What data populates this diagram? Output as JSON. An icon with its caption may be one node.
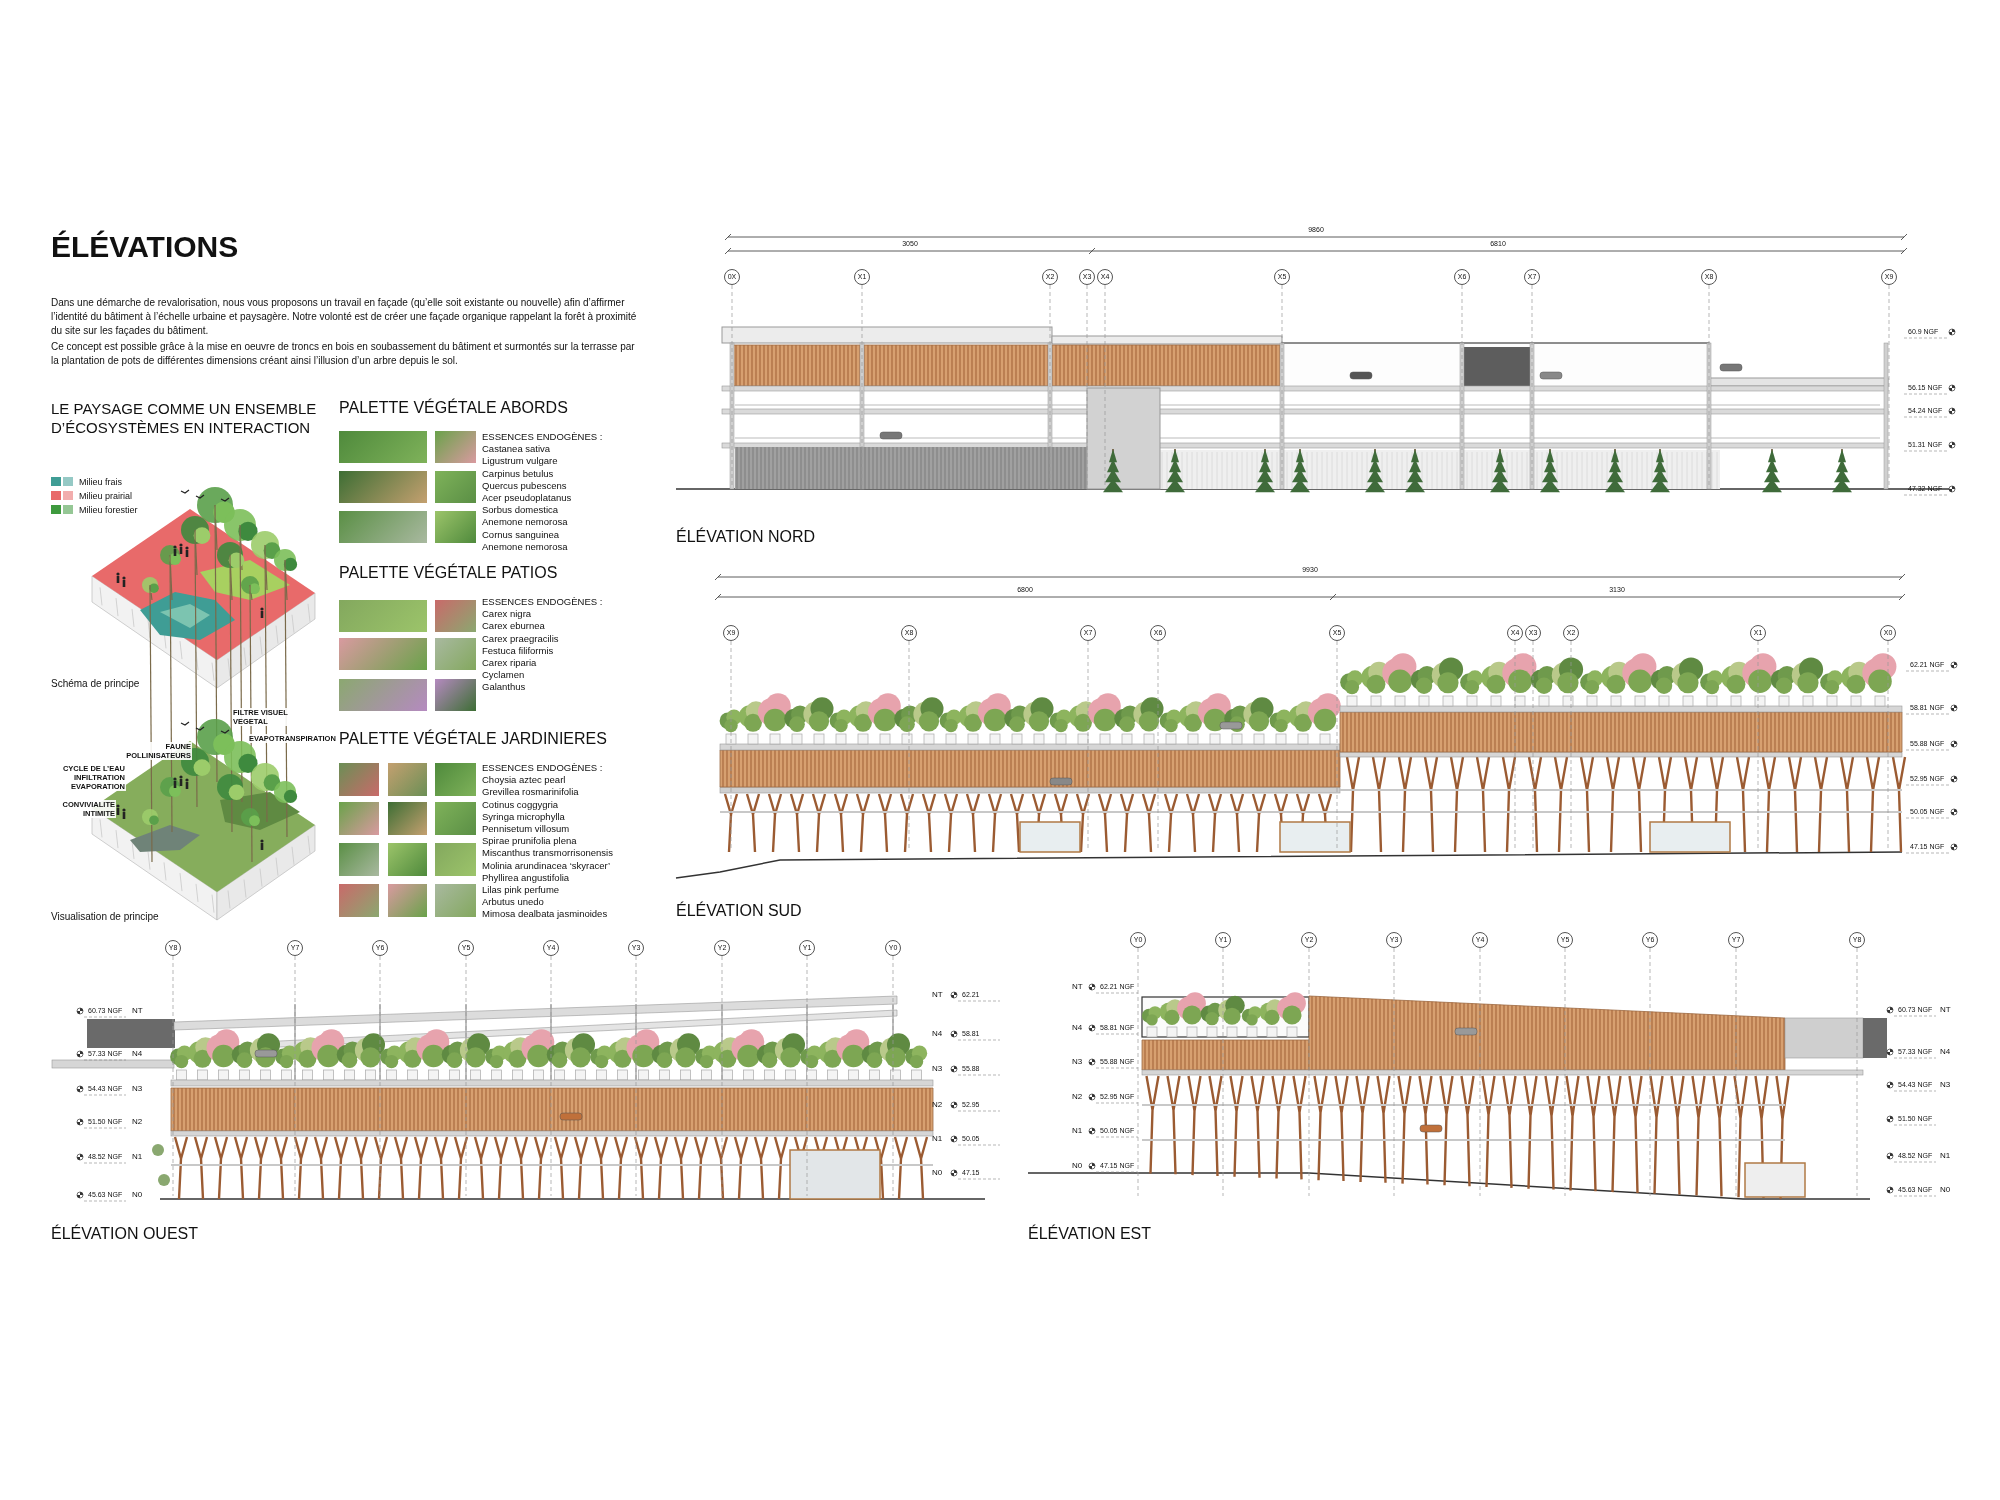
{
  "diagram": {
    "title": "ÉLÉVATIONS",
    "nodes": [
      {
        "text": [
          "0X"
        ]
      },
      {
        "text": [
          "X1"
        ]
      },
      {
        "text": [
          "X2"
        ]
      },
      {
        "text": [
          "X3"
        ]
      },
      {
        "text": [
          "X4"
        ]
      },
      {
        "text": [
          "X5"
        ]
      },
      {
        "text": [
          "X6"
        ]
      },
      {
        "text": [
          "X7"
        ]
      },
      {
        "text": [
          "X8"
        ]
      },
      {
        "text": [
          "X9"
        ]
      },
      {
        "text": [
          "X9"
        ]
      },
      {
        "text": [
          "X8"
        ]
      },
      {
        "text": [
          "X7"
        ]
      },
      {
        "text": [
          "X6"
        ]
      },
      {
        "text": [
          "X5"
        ]
      },
      {
        "text": [
          "X4"
        ]
      },
      {
        "text": [
          "X3"
        ]
      },
      {
        "text": [
          "X2"
        ]
      },
      {
        "text": [
          "X1"
        ]
      },
      {
        "text": [
          "X0"
        ]
      },
      {
        "text": [
          "Y8"
        ]
      },
      {
        "text": [
          "Y7"
        ]
      },
      {
        "text": [
          "Y6"
        ]
      },
      {
        "text": [
          "Y5"
        ]
      },
      {
        "text": [
          "Y4"
        ]
      },
      {
        "text": [
          "Y3"
        ]
      },
      {
        "text": [
          "Y2"
        ]
      },
      {
        "text": [
          "Y1"
        ]
      },
      {
        "text": [
          "Y0"
        ]
      },
      {
        "text": [
          "Y0"
        ]
      },
      {
        "text": [
          "Y1"
        ]
      },
      {
        "text": [
          "Y2"
        ]
      },
      {
        "text": [
          "Y3"
        ]
      },
      {
        "text": [
          "Y4"
        ]
      },
      {
        "text": [
          "Y5"
        ]
      },
      {
        "text": [
          "Y6"
        ]
      },
      {
        "text": [
          "Y7"
        ]
      },
      {
        "text": [
          "Y8"
        ]
      }
    ],
    "labels": [
      "Dans une démarche de revalorisation, nous vous proposons un travail en façade (qu’elle soit existante ou nouvelle) afin d’affirmer l’identité du bâtiment à l’échelle urbaine et paysagère. Notre volonté est de créer une façade organique rappelant la forêt à proximité du site sur les façades du bâtiment.",
      "Ce concept est possible grâce à la mise en oeuvre de troncs en bois en soubassement du bâtiment et surmontés sur la terrasse par la plantation de pots de différentes dimensions créant ainsi l’illusion d’un arbre depuis le sol.",
      "LE PAYSAGE COMME UN ENSEMBLE D’ÉCOSYSTÈMES EN INTERACTION",
      "Schéma de principe",
      "FILTRE VISUEL VEGETAL",
      "EVAPOTRANSPIRATION",
      "FAUNE POLLINISATEURS",
      "CYCLE DE L’EAU INFILTRATION EVAPORATION",
      "CONVIVIALITE INTIMITE",
      "Visualisation de principe",
      "PALETTE VÉGÉTALE ABORDS",
      "ESSENCES ENDOGÈNES :",
      "Castanea sativa",
      "Ligustrum vulgare",
      "Carpinus betulus",
      "Quercus pubescens",
      "Acer pseudoplatanus",
      "Sorbus domestica",
      "Anemone nemorosa",
      "Cornus sanguinea",
      "Anemone nemorosa",
      "PALETTE VÉGÉTALE PATIOS",
      "ESSENCES ENDOGÈNES :",
      "Carex nigra",
      "Carex eburnea",
      "Carex praegracilis",
      "Festuca filiformis",
      "Carex riparia",
      "Cyclamen",
      "Galanthus",
      "PALETTE VÉGÉTALE JARDINIERES",
      "ESSENCES ENDOGÈNES :",
      "Choysia aztec pearl",
      "Grevillea rosmarinifolia",
      "Cotinus coggygria",
      "Syringa microphylla",
      "Pennisetum villosum",
      "Spirae prunifolia plena",
      "Miscanthus transmorrisonensis",
      "Molinia arundinacea ‘skyracer’",
      "Phyllirea angustifolia",
      "Lilas pink perfume",
      "Arbutus unedo",
      "Mimosa dealbata jasminoides",
      "9860",
      "3050",
      "6810",
      "60.9 NGF",
      "56.15 NGF",
      "54.24 NGF",
      "51.31 NGF",
      "47.32 NGF",
      "ÉLÉVATION NORD",
      "9930",
      "6800",
      "3130",
      "62.21 NGF",
      "58.81 NGF",
      "55.88 NGF",
      "52.95 NGF",
      "50.05 NGF",
      "47.15 NGF",
      "ÉLÉVATION SUD",
      "60.73 NGF",
      "NT",
      "57.33 NGF",
      "N4",
      "54.43 NGF",
      "N3",
      "51.50 NGF",
      "N2",
      "48.52 NGF",
      "N1",
      "45.63 NGF",
      "N0",
      "NT",
      "62.21",
      "N4",
      "58.81",
      "N3",
      "55.88",
      "N2",
      "52.95",
      "N1",
      "50.05",
      "N0",
      "47.15",
      "ÉLÉVATION OUEST",
      "NT",
      "62.21 NGF",
      "N4",
      "58.81 NGF",
      "N3",
      "55.88 NGF",
      "N2",
      "52.95 NGF",
      "N1",
      "50.05 NGF",
      "N0",
      "47.15 NGF",
      "60.73 NGF",
      "NT",
      "57.33 NGF",
      "N4",
      "54.43 NGF",
      "N3",
      "51.50 NGF",
      "48.52 NGF",
      "N1",
      "45.63 NGF",
      "N0",
      "ÉLÉVATION EST"
    ],
    "legend": [
      {
        "text": "Milieu frais",
        "color": "#3f9d95"
      },
      {
        "text": "Milieu prairial",
        "color": "#e86a6a"
      },
      {
        "text": "Milieu forestier",
        "color": "#3e9a3e"
      }
    ]
  }
}
